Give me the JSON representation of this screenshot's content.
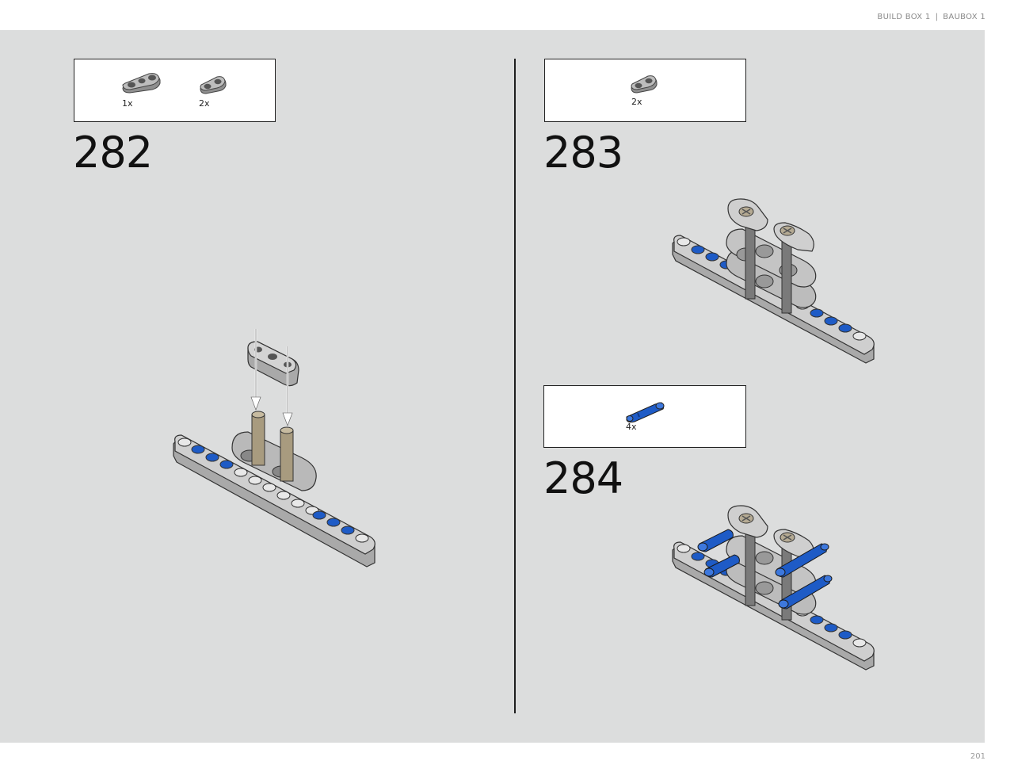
{
  "header": {
    "left": "BUILD BOX 1",
    "right": "BAUBOX 1"
  },
  "page_number": "201",
  "steps": [
    {
      "number": "282",
      "parts": [
        {
          "icon": "double-cross-block-icon",
          "qty": "1x",
          "color": "#9d9d9d"
        },
        {
          "icon": "cross-block-icon",
          "qty": "2x",
          "color": "#9d9d9d"
        }
      ]
    },
    {
      "number": "283",
      "parts": [
        {
          "icon": "cross-block-icon",
          "qty": "2x",
          "color": "#9d9d9d"
        }
      ]
    },
    {
      "number": "284",
      "parts": [
        {
          "icon": "axle-pin-icon",
          "qty": "4x",
          "color": "#1e5bc6"
        }
      ]
    }
  ],
  "colors": {
    "background": "#dcdddd",
    "part_gray": "#c8c8c8",
    "pin_blue": "#1e5bc6",
    "axle_tan": "#a89b7f"
  }
}
